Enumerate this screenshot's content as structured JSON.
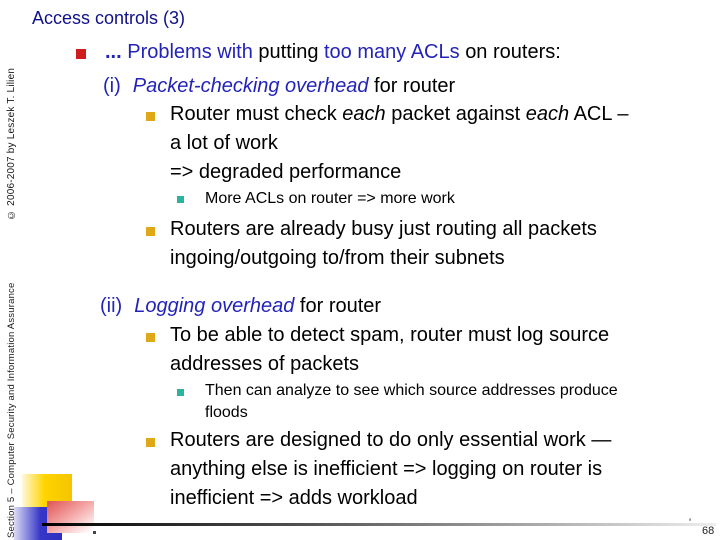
{
  "slide": {
    "title": "Access controls (3)",
    "sidebar": {
      "copyright": "© 2006-2007 by Leszek T. Lilien",
      "section": "Section 5 – Computer Security and Information Assurance"
    },
    "footer": {
      "page_tick": "'",
      "page_number": "68"
    },
    "colors": {
      "title_blue": "#10108a",
      "body_blue": "#2323b8",
      "bullet_red": "#cf1d1d",
      "bullet_gold": "#dfa819",
      "bullet_teal": "#2bb39e",
      "deco_yellow": "#ffd400",
      "deco_blue": "#3636c8",
      "deco_pink": "#e05c5c"
    },
    "content": {
      "intro": {
        "r0": "...",
        "r1": " Problems with ",
        "r2": "putting ",
        "r3": "too many ACLs ",
        "r4": "on routers:"
      },
      "head_i": {
        "num": "(i)",
        "title": "Packet-checking overhead",
        "rest": " for router"
      },
      "b1": {
        "r0": "Router must check ",
        "r1": "each",
        "r2": " packet against ",
        "r3": "each",
        "r4": " ACL –",
        "line2": "a lot of work",
        "line3": "=> degraded performance"
      },
      "sb1": "More ACLs on router => more work",
      "b2": {
        "line1": "Routers are already busy just routing all packets",
        "line2": "ingoing/outgoing to/from their subnets"
      },
      "head_ii": {
        "num": "(ii)",
        "title": "Logging overhead",
        "rest": " for router"
      },
      "b3": {
        "line1": "To be able to detect spam, router must log source",
        "line2": "addresses of packets"
      },
      "sb2": {
        "line1": "Then can analyze to see which source addresses produce",
        "line2": "floods"
      },
      "b4": {
        "line1": "Routers are designed to do only essential work —",
        "line2": "anything else is inefficient => logging on router is",
        "line3": "inefficient => adds workload"
      }
    }
  }
}
